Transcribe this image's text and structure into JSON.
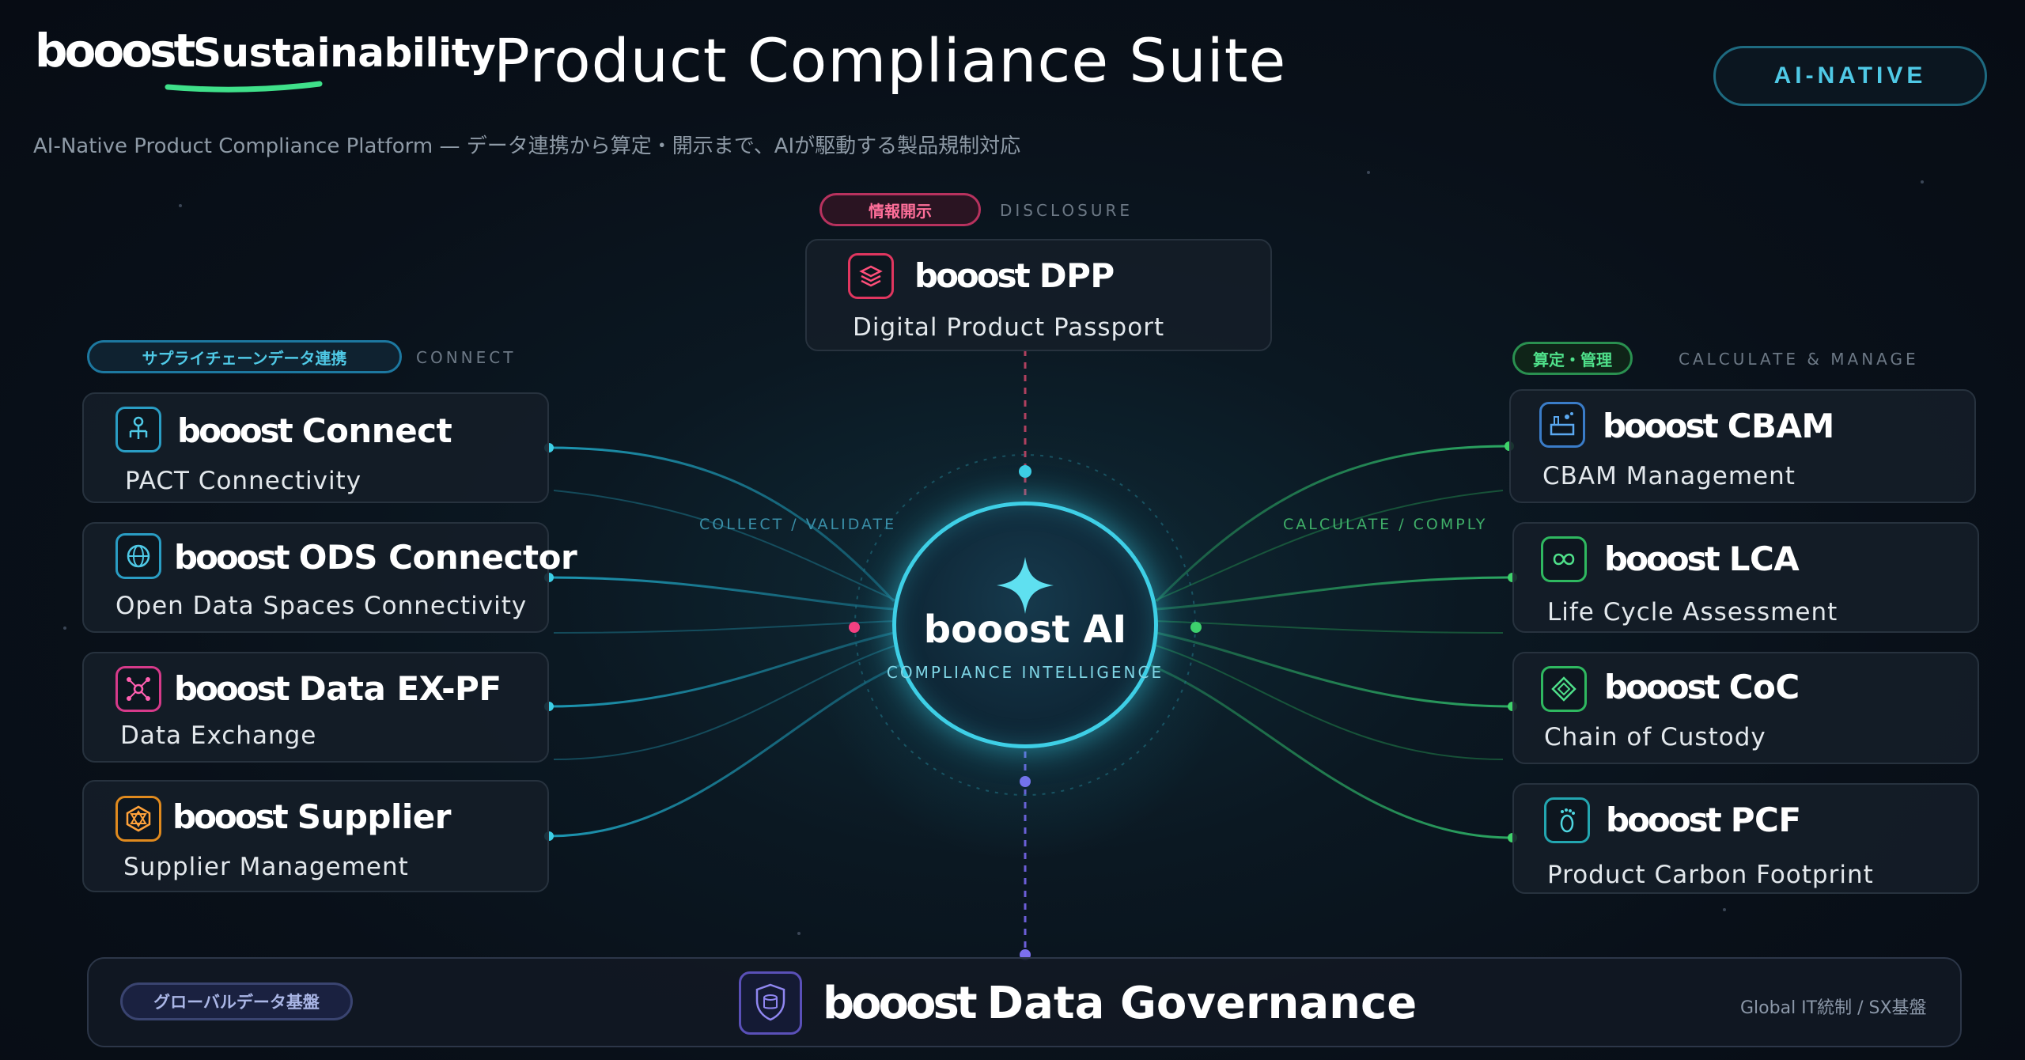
{
  "header": {
    "logo": "booost",
    "logo_sub": "Sustainability",
    "title": "Product Compliance Suite",
    "subtitle": "AI-Native Product Compliance Platform — データ連携から算定・開示まで、AIが駆動する製品規制対応",
    "badge": "AI-NATIVE"
  },
  "colors": {
    "accent_cyan": "#3ecfe6",
    "accent_green": "#3fd36a",
    "accent_pink": "#ff3d7f",
    "accent_purple": "#7c6ff0"
  },
  "sections": {
    "disclosure": {
      "pill": "情報開示",
      "label": "DISCLOSURE"
    },
    "connect": {
      "pill": "サプライチェーンデータ連携",
      "label": "CONNECT"
    },
    "calculate": {
      "pill": "算定・管理",
      "label": "CALCULATE & MANAGE"
    }
  },
  "dpp": {
    "brand": "booost",
    "name": "DPP",
    "sub": "Digital Product Passport",
    "icon": "layers-icon"
  },
  "left_cards": [
    {
      "brand": "booost",
      "name": "Connect",
      "sub": "PACT Connectivity",
      "icon": "network-tree-icon"
    },
    {
      "brand": "booost",
      "name": "ODS Connector",
      "sub": "Open Data Spaces Connectivity",
      "icon": "globe-icon"
    },
    {
      "brand": "booost",
      "name": "Data EX-PF",
      "sub": "Data Exchange",
      "icon": "hub-icon"
    },
    {
      "brand": "booost",
      "name": "Supplier",
      "sub": "Supplier Management",
      "icon": "star-network-icon"
    }
  ],
  "right_cards": [
    {
      "brand": "booost",
      "name": "CBAM",
      "sub": "CBAM Management",
      "icon": "factory-icon"
    },
    {
      "brand": "booost",
      "name": "LCA",
      "sub": "Life Cycle Assessment",
      "icon": "infinity-icon"
    },
    {
      "brand": "booost",
      "name": "CoC",
      "sub": "Chain of Custody",
      "icon": "chain-icon"
    },
    {
      "brand": "booost",
      "name": "PCF",
      "sub": "Product Carbon Footprint",
      "icon": "footprint-icon"
    }
  ],
  "core": {
    "title": "booost AI",
    "sub": "COMPLIANCE INTELLIGENCE",
    "icon": "sparkle-icon"
  },
  "flows": {
    "left": "COLLECT / VALIDATE",
    "right": "CALCULATE / COMPLY"
  },
  "governance": {
    "pill": "グローバルデータ基盤",
    "brand": "booost",
    "name": "Data Governance",
    "right": "Global IT統制 / SX基盤",
    "icon": "database-shield-icon"
  }
}
